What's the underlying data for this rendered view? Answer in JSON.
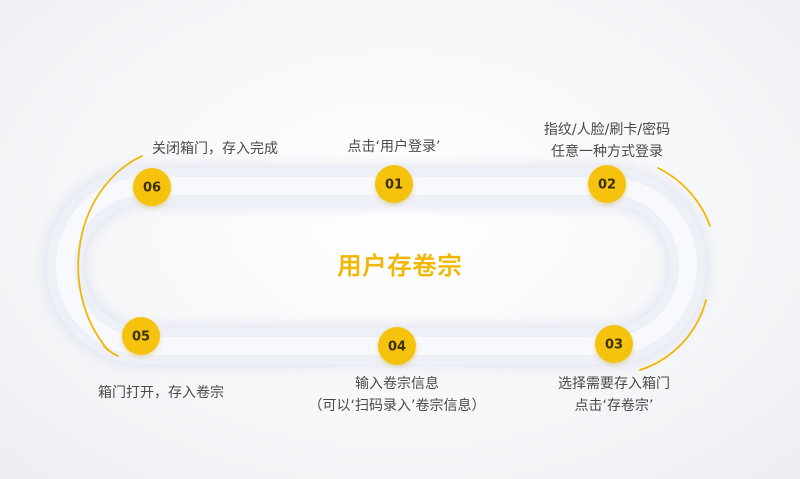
{
  "title": "用户存卷宗",
  "colors": {
    "node_fill": "#f5c211",
    "accent_arc": "#f2b705",
    "track": "#eef0f7",
    "text": "#4a4a4a",
    "title": "#f2b705"
  },
  "steps": [
    {
      "number": "01",
      "lines": [
        "点击‘用户登录’"
      ]
    },
    {
      "number": "02",
      "lines": [
        "指纹/人脸/刷卡/密码",
        "任意一种方式登录"
      ]
    },
    {
      "number": "03",
      "lines": [
        "选择需要存入箱门",
        "点击‘存卷宗’"
      ]
    },
    {
      "number": "04",
      "lines": [
        "输入卷宗信息",
        "（可以‘扫码录入’卷宗信息）"
      ]
    },
    {
      "number": "05",
      "lines": [
        "箱门打开，存入卷宗"
      ]
    },
    {
      "number": "06",
      "lines": [
        "关闭箱门，存入完成"
      ]
    }
  ]
}
